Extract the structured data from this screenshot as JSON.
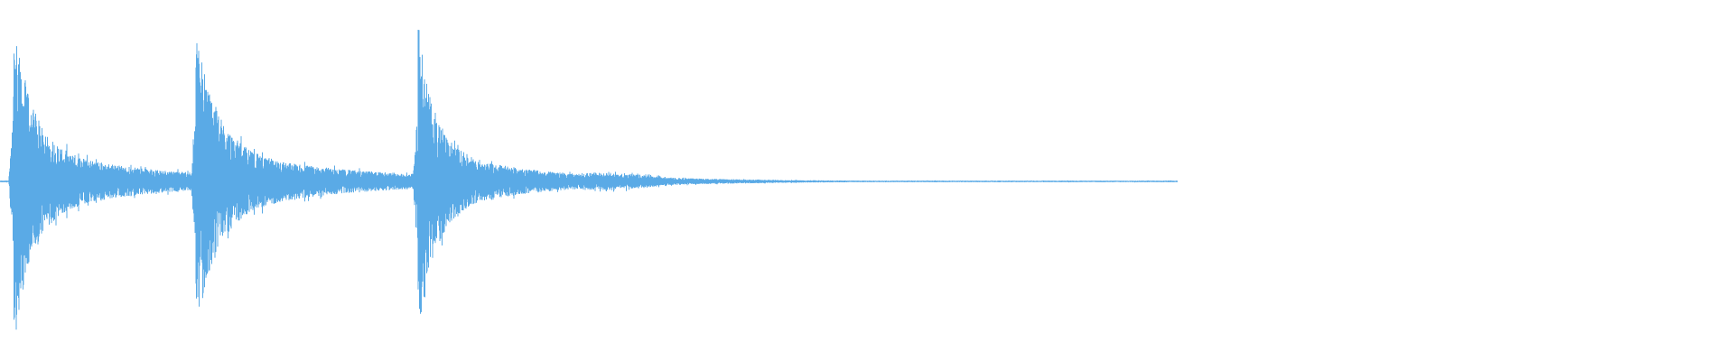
{
  "waveform": {
    "color": "#5aaae6",
    "background": "#ffffff",
    "duration_fraction_visible": 0.7,
    "transients": [
      {
        "onset": 0.008,
        "peak": 0.85,
        "decay": 0.055,
        "tail": 0.07
      },
      {
        "onset": 0.113,
        "peak": 0.78,
        "decay": 0.065,
        "tail": 0.06
      },
      {
        "onset": 0.241,
        "peak": 0.84,
        "decay": 0.05,
        "tail": 0.05
      }
    ],
    "rumble": [
      {
        "center": 0.35,
        "width": 0.04,
        "level": 0.07
      }
    ],
    "noise_floor": 0.006
  }
}
